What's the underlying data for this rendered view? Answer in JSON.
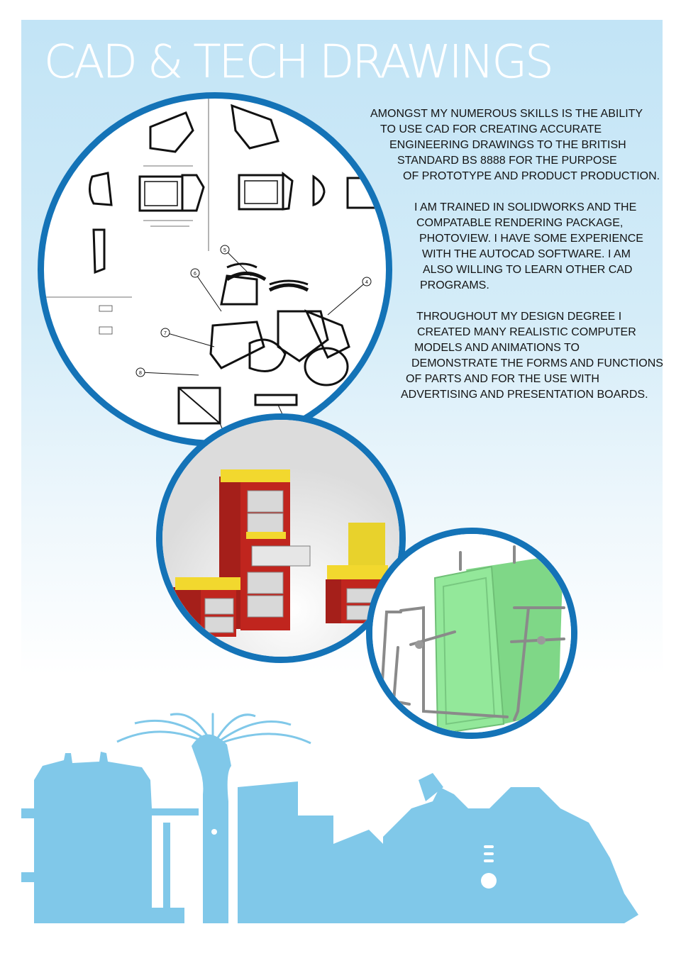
{
  "header": {
    "title": "CAD & TECH DRAWINGS"
  },
  "body_text": {
    "paragraph_1": [
      "AMONGST MY NUMEROUS SKILLS IS THE ABILITY",
      "TO USE CAD FOR CREATING ACCURATE",
      "ENGINEERING DRAWINGS TO THE BRITISH",
      "STANDARD BS 8888 FOR THE PURPOSE",
      "OF PROTOTYPE AND PRODUCT PRODUCTION."
    ],
    "paragraph_2": [
      "I AM TRAINED IN SOLIDWORKS AND THE",
      "COMPATABLE RENDERING PACKAGE,",
      "PHOTOVIEW. I HAVE SOME EXPERIENCE",
      "WITH THE AUTOCAD SOFTWARE. I AM",
      "ALSO WILLING TO LEARN OTHER CAD",
      "PROGRAMS."
    ],
    "paragraph_3": [
      "THROUGHOUT MY DESIGN DEGREE I",
      "CREATED MANY REALISTIC COMPUTER",
      "MODELS AND ANIMATIONS TO",
      "DEMONSTRATE THE FORMS AND FUNCTIONS",
      "OF PARTS AND FOR THE USE WITH",
      "ADVERTISING AND PRESENTATION BOARDS."
    ]
  },
  "drawing_callouts": [
    "5",
    "6",
    "4",
    "7",
    "8"
  ],
  "colors": {
    "circle_border": "#1473b7",
    "panel_top": "#c2e4f6",
    "skyline": "#80c8e9",
    "cabinet_red": "#c0251e",
    "cushion_yellow": "#f2d82e",
    "hopper_green": "#93e89a"
  },
  "images": [
    {
      "name": "engineering-drawing-image"
    },
    {
      "name": "furniture-render-image"
    },
    {
      "name": "green-hopper-render-image"
    },
    {
      "name": "product-silhouette-skyline"
    }
  ]
}
